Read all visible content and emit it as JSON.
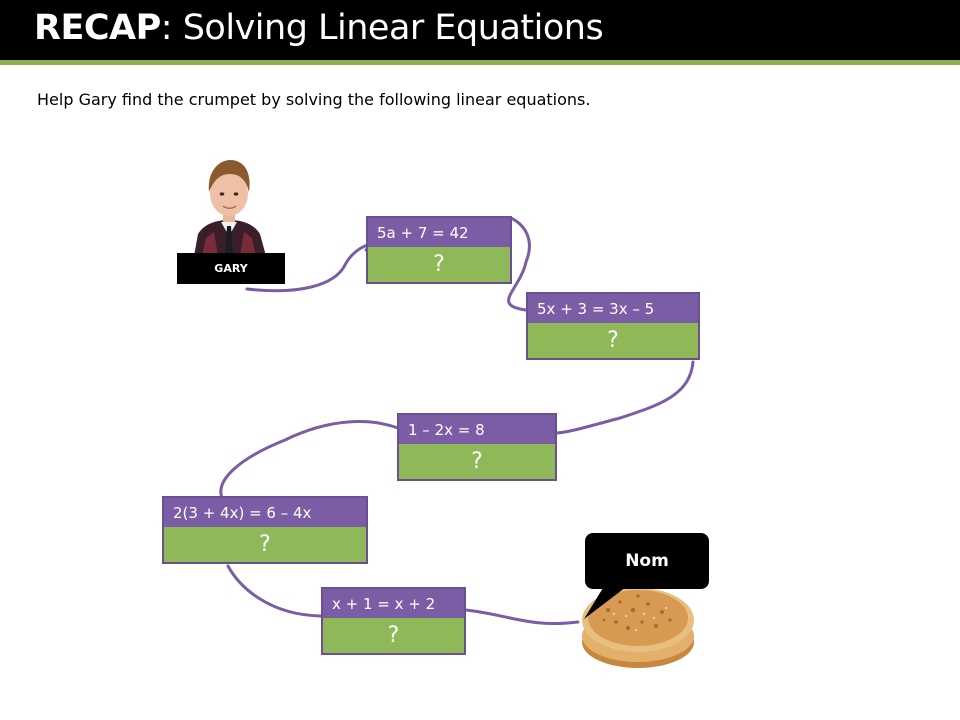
{
  "header": {
    "title_bold": "RECAP",
    "title_rest": ": Solving Linear Equations"
  },
  "instruction": "Help Gary find the crumpet by solving the following linear equations.",
  "character": {
    "name": "GARY"
  },
  "equations": [
    {
      "equation": "5a + 7 = 42",
      "answer": "?"
    },
    {
      "equation": "5x + 3 = 3x – 5",
      "answer": "?"
    },
    {
      "equation": "1 – 2x = 8",
      "answer": "?"
    },
    {
      "equation": "2(3 + 4x) = 6 – 4x",
      "answer": "?"
    },
    {
      "equation": "x + 1 = x + 2",
      "answer": "?"
    }
  ],
  "goal": {
    "speech": "Nom"
  },
  "colors": {
    "title_bar": "#000000",
    "accent_green": "#8cb04f",
    "equation_purple": "#7b5da6",
    "answer_green": "#8fb859",
    "path": "#7b5da6"
  }
}
